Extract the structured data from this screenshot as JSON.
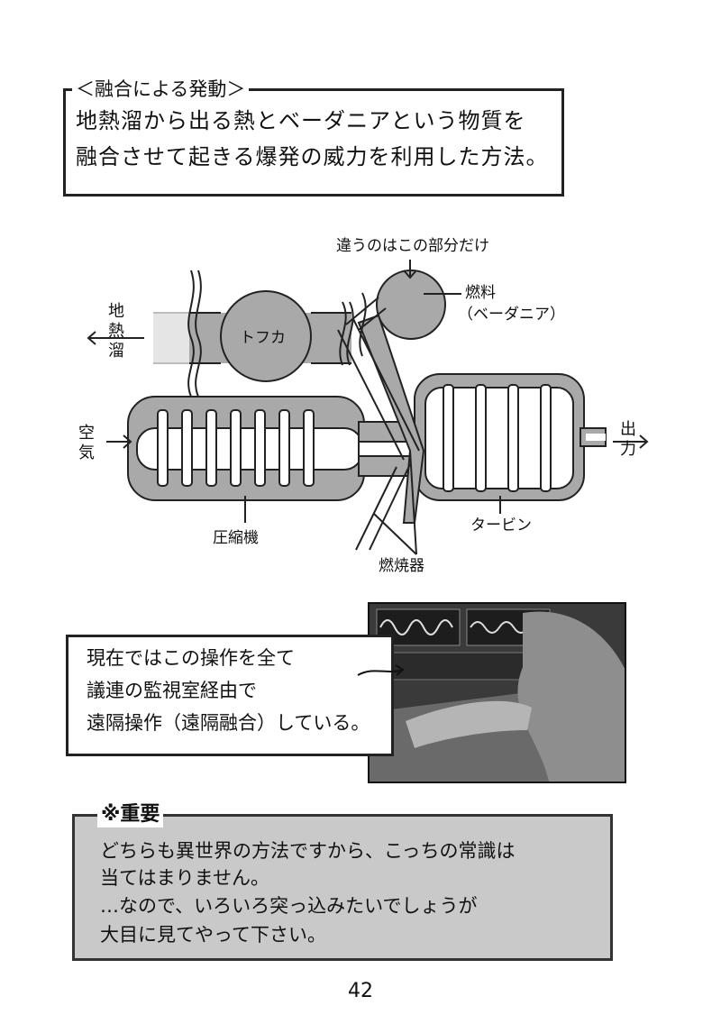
{
  "top_box": {
    "title": "＜融合による発動＞",
    "lines": [
      "地熱溜から出る熱とベーダニアという物質を",
      "融合させて起きる爆発の威力を利用した方法。"
    ]
  },
  "diagram": {
    "label_difference": "違うのはこの部分だけ",
    "label_fuel": "燃料",
    "label_fuel_sub": "（ベーダニア）",
    "label_tofuka": "トフカ",
    "label_geothermal": "地熱溜",
    "label_air": "空気",
    "label_output": "出力",
    "label_compressor": "圧縮機",
    "label_turbine": "タービン",
    "label_combustor": "燃焼器"
  },
  "callout": {
    "lines": [
      "現在ではこの操作を全て",
      "議連の監視室経由で",
      "遠隔操作（遠隔融合）している。"
    ]
  },
  "note": {
    "title": "※重要",
    "lines": [
      "どちらも異世界の方法ですから、こっちの常識は",
      "当てはまりません。",
      "…なので、いろいろ突っ込みたいでしょうが",
      "大目に見てやって下さい。"
    ]
  },
  "page_number": "42"
}
